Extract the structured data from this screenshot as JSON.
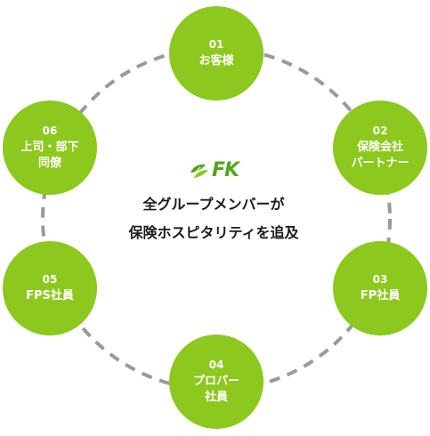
{
  "logo": {
    "text": "FK",
    "color": "#55a51e",
    "icon": "leaf-icon"
  },
  "tagline": {
    "line1": "全グループメンバーが",
    "line2": "保険ホスピタリティを追及"
  },
  "colors": {
    "node": "#8cc81e",
    "ring": "#9a9a9a"
  },
  "nodes": [
    {
      "num": "01",
      "label": "お客様"
    },
    {
      "num": "02",
      "label": "保険会社\nパートナー"
    },
    {
      "num": "03",
      "label": "FP社員"
    },
    {
      "num": "04",
      "label": "プロパー\n社員"
    },
    {
      "num": "05",
      "label": "FPS社員"
    },
    {
      "num": "06",
      "label": "上司・部下\n同僚"
    }
  ]
}
